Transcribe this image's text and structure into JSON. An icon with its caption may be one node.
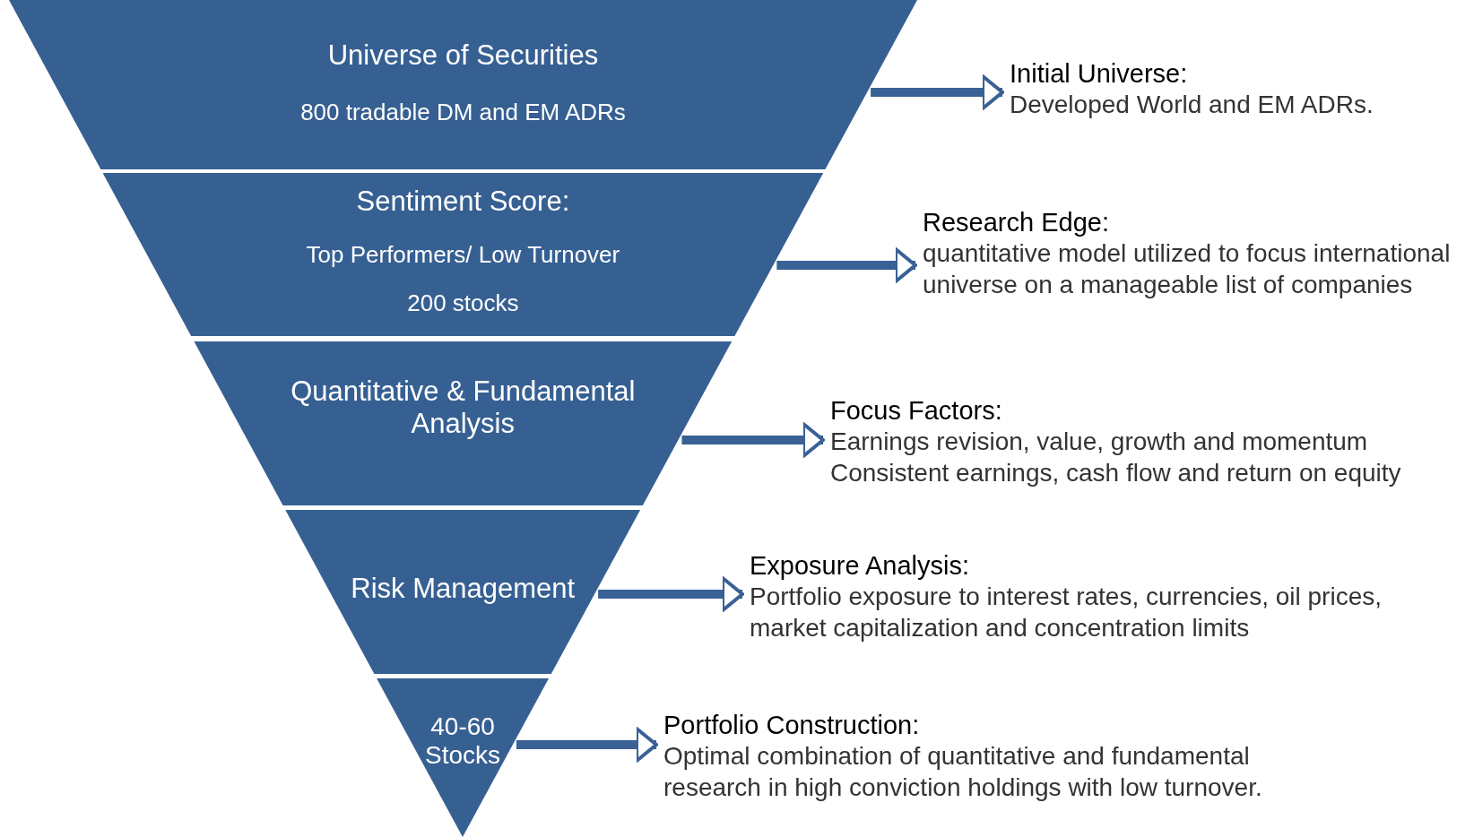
{
  "diagram": {
    "nodes": [
      {
        "text": [
          "Universe of Securities",
          "800 tradable DM and EM ADRs"
        ]
      },
      {
        "text": [
          "Sentiment Score:",
          "Top Performers/ Low Turnover",
          "200 stocks"
        ]
      },
      {
        "text": [
          "Quantitative & Fundamental Analysis"
        ]
      },
      {
        "text": [
          "Risk Management"
        ]
      },
      {
        "text": [
          "40-60 Stocks"
        ]
      },
      {
        "text": [
          "Initial Universe:",
          "Developed World and EM ADRs."
        ]
      },
      {
        "text": [
          "Research Edge:",
          "quantitative model utilized to focus international universe on a manageable list of companies"
        ]
      },
      {
        "text": [
          "Focus Factors:",
          "Earnings revision, value, growth and momentum Consistent earnings, cash flow and return on equity"
        ]
      },
      {
        "text": [
          "Exposure Analysis:",
          "Portfolio exposure to interest rates, currencies, oil prices, market capitalization and concentration limits"
        ]
      },
      {
        "text": [
          "Portfolio Construction:",
          "Optimal combination of quantitative and fundamental research in high conviction holdings with low turnover."
        ]
      }
    ],
    "edges": [
      {
        "from": 0,
        "to": 5,
        "arrow": "to"
      },
      {
        "from": 1,
        "to": 6,
        "arrow": "to"
      },
      {
        "from": 2,
        "to": 7,
        "arrow": "to"
      },
      {
        "from": 3,
        "to": 8,
        "arrow": "to"
      },
      {
        "from": 4,
        "to": 9,
        "arrow": "to"
      }
    ]
  }
}
